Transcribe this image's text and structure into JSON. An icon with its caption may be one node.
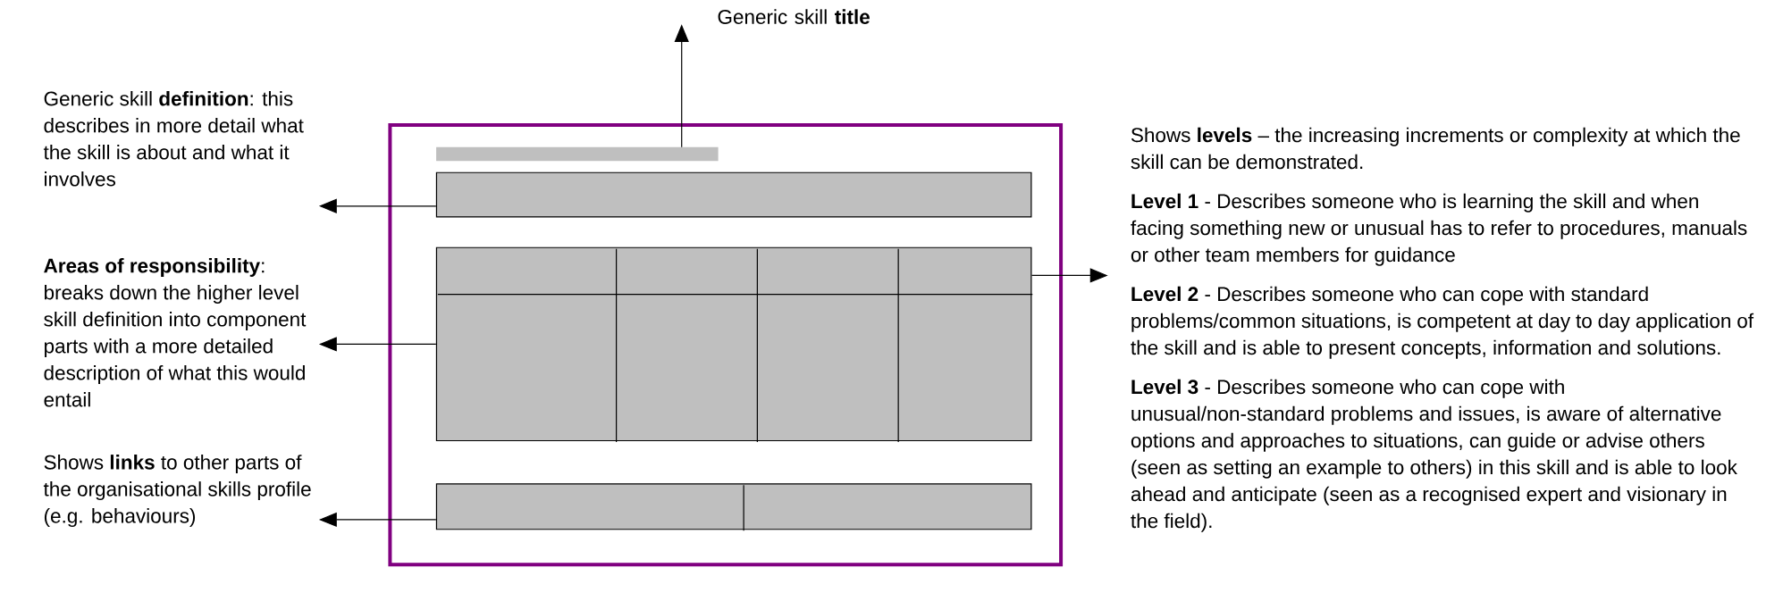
{
  "diagram": {
    "nodes": [
      {
        "text": [
          "Generic skill **title**"
        ]
      },
      {
        "text": [],
        "shape": "box"
      },
      {
        "text": [],
        "shape": "bar",
        "in": 1
      },
      {
        "text": [],
        "shape": "box",
        "in": 1
      },
      {
        "text": [],
        "shape": "box",
        "in": 1
      },
      {
        "text": [],
        "shape": "box",
        "in": 1
      },
      {
        "text": [
          "Generic skill **definition**: this describes in more detail what the skill is about and what it involves"
        ]
      },
      {
        "text": [
          "**Areas of responsibility**: breaks down the higher level skill definition into component parts with a more detailed description of what this would entail"
        ]
      },
      {
        "text": [
          "Shows **links** to other parts of the organisational skills profile (e.g. behaviours)"
        ]
      },
      {
        "text": [
          "Shows **levels** – the increasing increments or complexity at which the skill can be demonstrated.",
          "**Level 1** - Describes someone who is learning the skill and when facing something new or unusual has to refer to procedures, manuals or other team members for guidance",
          "**Level 2** - Describes someone who can cope with standard problems/common situations, is competent at day to day application of the skill and is able to present concepts, information and solutions.",
          "**Level 3** - Describes someone who can cope with unusual/non-standard problems and issues, is aware of alternative options and approaches to situations, can guide or advise others (seen as setting an example to others) in this skill and is able to look ahead and anticipate (seen as a recognised expert and visionary in the field)."
        ]
      }
    ],
    "edges": [
      {
        "from": 2,
        "to": 0,
        "arrow": "to"
      },
      {
        "from": 3,
        "to": 6,
        "arrow": "to"
      },
      {
        "from": 4,
        "to": 7,
        "arrow": "to"
      },
      {
        "from": 5,
        "to": 8,
        "arrow": "to"
      },
      {
        "from": 4,
        "to": 9,
        "arrow": "to"
      }
    ]
  }
}
